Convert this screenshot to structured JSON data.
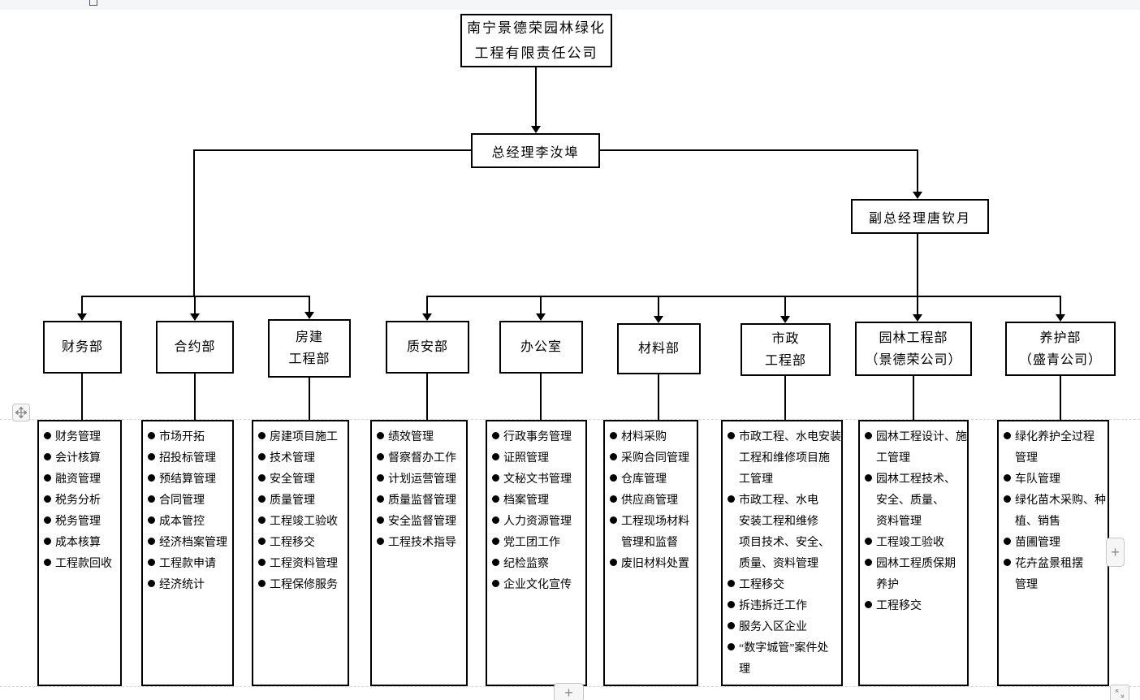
{
  "org_chart": {
    "root": {
      "name": "南宁景德荣园林绿化\n工程有限责任公司"
    },
    "general_manager": {
      "title": "总经理李汝埠"
    },
    "deputy_general_manager": {
      "title": "副总经理唐钦月"
    },
    "departments": [
      {
        "name": "财务部",
        "items": [
          "财务管理",
          "会计核算",
          "融资管理",
          "税务分析",
          "税务管理",
          "成本核算",
          "工程款回收"
        ]
      },
      {
        "name": "合约部",
        "items": [
          "市场开拓",
          "招投标管理",
          "预结算管理",
          "合同管理",
          "成本管控",
          "经济档案管理",
          "工程款申请",
          "经济统计"
        ]
      },
      {
        "name": "房建\n工程部",
        "items": [
          "房建项目施工",
          "技术管理",
          "安全管理",
          "质量管理",
          "工程竣工验收",
          "工程移交",
          "工程资料管理",
          "工程保修服务"
        ]
      },
      {
        "name": "质安部",
        "items": [
          "绩效管理",
          "督察督办工作",
          "计划运营管理",
          "质量监督管理",
          "安全监督管理",
          "工程技术指导"
        ]
      },
      {
        "name": "办公室",
        "items": [
          "行政事务管理",
          "证照管理",
          "文秘文书管理",
          "档案管理",
          "人力资源管理",
          "党工团工作",
          "纪检监察",
          "企业文化宣传"
        ]
      },
      {
        "name": "材料部",
        "items": [
          "材料采购",
          "采购合同管理",
          "仓库管理",
          "供应商管理",
          "工程现场材料\n管理和监督",
          "废旧材料处置"
        ]
      },
      {
        "name": "市政\n工程部",
        "items": [
          "市政工程、水电安装\n工程和维修项目施\n工管理",
          "市政工程、水电\n安装工程和维修\n项目技术、安全、\n质量、资料管理",
          "工程移交",
          "拆违拆迁工作",
          "服务入区企业",
          "“数字城管”案件处\n理"
        ]
      },
      {
        "name": "园林工程部\n（景德荣公司）",
        "items": [
          "园林工程设计、施\n工管理",
          "园林工程技术、\n安全、质量、\n资料管理",
          "工程竣工验收",
          "园林工程质保期\n养护",
          "工程移交"
        ]
      },
      {
        "name": "养护部\n（盛青公司）",
        "items": [
          "绿化养护全过程\n管理",
          "车队管理",
          "绿化苗木采购、种\n植、销售",
          "苗圃管理",
          "花卉盆景租摆\n管理"
        ]
      }
    ]
  },
  "controls": {
    "zoom_in_right_label": "+",
    "add_bottom_label": "+"
  }
}
